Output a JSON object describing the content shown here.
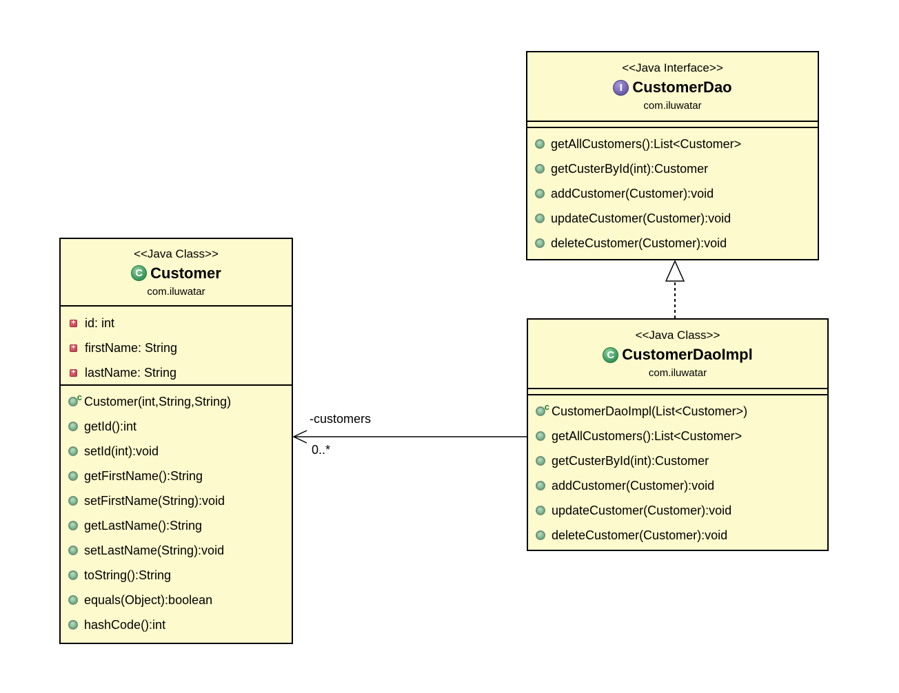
{
  "glyphs": {
    "interface_letter": "I",
    "class_letter": "C",
    "constructor_marker": "c",
    "field_marker": "+"
  },
  "colors": {
    "box_fill": "#FDFACD",
    "box_border": "#000000",
    "interface_icon_purple": "#6A5AA8",
    "class_icon_green": "#35935A",
    "method_icon_green": "#72B086",
    "field_icon_red": "#C43F4E",
    "background": "#FFFFFF"
  },
  "customer_dao": {
    "stereotype": "<<Java Interface>>",
    "name": "CustomerDao",
    "package": "com.iluwatar",
    "methods": [
      "getAllCustomers():List<Customer>",
      "getCusterById(int):Customer",
      "addCustomer(Customer):void",
      "updateCustomer(Customer):void",
      "deleteCustomer(Customer):void"
    ]
  },
  "customer": {
    "stereotype": "<<Java Class>>",
    "name": "Customer",
    "package": "com.iluwatar",
    "fields": [
      "id: int",
      "firstName: String",
      "lastName: String"
    ],
    "methods": [
      "Customer(int,String,String)",
      "getId():int",
      "setId(int):void",
      "getFirstName():String",
      "setFirstName(String):void",
      "getLastName():String",
      "setLastName(String):void",
      "toString():String",
      "equals(Object):boolean",
      "hashCode():int"
    ]
  },
  "customer_dao_impl": {
    "stereotype": "<<Java Class>>",
    "name": "CustomerDaoImpl",
    "package": "com.iluwatar",
    "methods": [
      "CustomerDaoImpl(List<Customer>)",
      "getAllCustomers():List<Customer>",
      "getCusterById(int):Customer",
      "addCustomer(Customer):void",
      "updateCustomer(Customer):void",
      "deleteCustomer(Customer):void"
    ]
  },
  "relations": {
    "realization": {
      "type": "realization",
      "from": "CustomerDaoImpl",
      "to": "CustomerDao"
    },
    "association": {
      "type": "directed-association",
      "from": "CustomerDaoImpl",
      "to": "Customer",
      "label": "-customers",
      "multiplicity": "0..*"
    }
  }
}
